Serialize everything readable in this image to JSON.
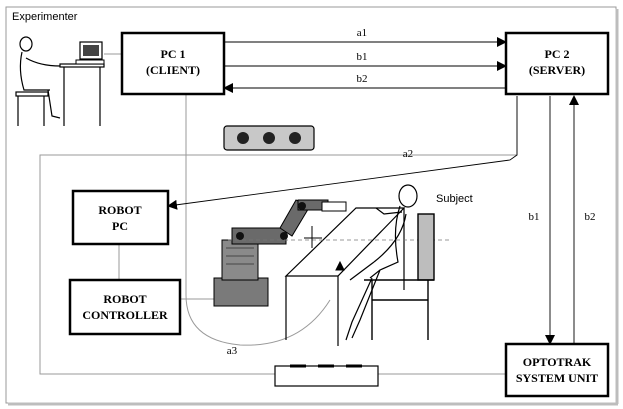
{
  "labels": {
    "experimenter": "Experimenter",
    "subject": "Subject"
  },
  "boxes": {
    "pc1": [
      "PC 1",
      "(CLIENT)"
    ],
    "pc2": [
      "PC 2",
      "(SERVER)"
    ],
    "robot_pc": [
      "ROBOT",
      "PC"
    ],
    "robot_controller": [
      "ROBOT",
      "CONTROLLER"
    ],
    "optotrak": [
      "OPTOTRAK",
      "SYSTEM UNIT"
    ]
  },
  "signals": {
    "a1": "a1",
    "b1_top": "b1",
    "b2_top": "b2",
    "a2": "a2",
    "a3": "a3",
    "b1_right": "b1",
    "b2_right": "b2"
  },
  "colors": {
    "line": "#000000",
    "thin_line": "#9a9a9a",
    "robot_dark": "#6a6a6a",
    "robot_mid": "#8a8a8a",
    "shadow": "#bdbdbd"
  }
}
